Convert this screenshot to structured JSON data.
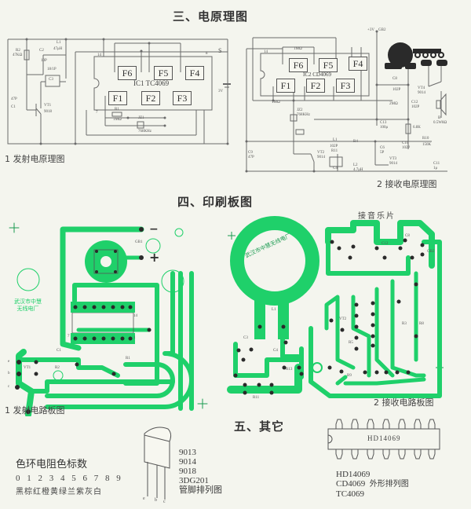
{
  "sections": {
    "schematic_title": "三、电原理图",
    "pcb_title": "四、印刷板图",
    "other_title": "五、其它"
  },
  "transmitter_schematic": {
    "caption": "1 发射电原理图",
    "ic_label": "IC1  TC4069",
    "gates": [
      "F6",
      "F5",
      "F4",
      "F1",
      "F2",
      "F3"
    ],
    "pin14": "14",
    "pin8": "8",
    "pin7": "7",
    "components": {
      "R2": "R2",
      "R2_value": "47KΩ",
      "C2": "C2",
      "C2_value": "10P",
      "L1": "L1",
      "L1_value": "47μH",
      "C3": "C3",
      "C3_value": "18/1P",
      "C1": "C1",
      "C1_value": "47P",
      "VT1": "VT1",
      "VT1_value": "9018",
      "R1": "R1",
      "R1_value": "1MΩ",
      "JZ1": "JZ1",
      "JZ1_value": "768KHz",
      "S": "S",
      "battery_value": "3V"
    }
  },
  "receiver_schematic": {
    "caption": "2 接收电原理图",
    "ic_label": "IC2  CD4069",
    "gates": [
      "F6",
      "F5",
      "F4",
      "F1",
      "F2",
      "F3"
    ],
    "pin14": "14",
    "components": {
      "GB2": "GB2",
      "supply": "+3V",
      "R1": "R1",
      "R1_value": "1MΩ",
      "R2": "R2",
      "R2_value": "1MΩ",
      "JZ2": "JZ2",
      "JZ2_value": "768KHz",
      "C8": "C8",
      "C8_value": "102P",
      "R3": "R3",
      "R3_value": "2MΩ",
      "C12": "C12",
      "C12_value": "102P",
      "VT4": "VT4",
      "VT4_value": "9014",
      "B": "B",
      "B_value": "0.5W8Ω",
      "C13": "C13",
      "C13_value": "100μ",
      "R5": "R5",
      "R5_value": "6.8K",
      "L1": "L1",
      "L1_value": "102P",
      "R4": "R4",
      "R4_value": "1K",
      "R10": "R10",
      "R10_value": "150K",
      "C10": "C10",
      "C10_value": "102P",
      "C9": "C9",
      "C9_value": "47P",
      "C6": "C6",
      "C6_value": "5P",
      "VT2": "VT2",
      "VT2_value": "9014",
      "VT3": "VT3",
      "VT3_value": "9014",
      "R11": "R11",
      "R11_value": "680Ω",
      "C4": "C4",
      "C4_value": "47P",
      "L2": "L2",
      "L2_value": "4.7μH",
      "C11": "C11",
      "C11_value": "1μ",
      "music_chip": "接音乐片"
    }
  },
  "transmitter_pcb": {
    "caption": "1 发射电路板图",
    "logo_text": [
      "武汉市中慧",
      "无线电厂"
    ],
    "labels": {
      "GB1": "GB1",
      "minus": "−",
      "plus": "+",
      "VT1": "VT1",
      "R1": "R1",
      "R2": "R2",
      "C1": "C1",
      "pin14": "14",
      "pin7": "7",
      "pin1": "1",
      "e": "e",
      "b": "b",
      "c": "c"
    }
  },
  "receiver_pcb": {
    "caption": "2 接收电路板图",
    "ring_text": "武汉市中慧无线电厂",
    "music_chip": "接音乐片",
    "labels": {
      "GB2": "GB2",
      "VT2": "VT2",
      "R5": "R5",
      "R3": "R3",
      "R8": "R8",
      "R9": "R9",
      "C3": "C3",
      "C4": "C4",
      "C12": "C12",
      "C8": "C8",
      "R11": "R11",
      "R13": "R13",
      "L1": "L1"
    }
  },
  "other": {
    "color_code": {
      "title": "色环电阻色标数",
      "digits": "0 1 2 3 4 5 6 7 8 9",
      "colors": "黑棕红橙黄绿兰紫灰白"
    },
    "transistor": {
      "models": [
        "9013",
        "9014",
        "9018",
        "3DG201"
      ],
      "caption": "管脚排列图",
      "pins": [
        "e",
        "b",
        "c"
      ]
    },
    "ic": {
      "body_label": "HD14069",
      "models": [
        "HD14069",
        "CD4069",
        "TC4069"
      ],
      "caption": "外形排列图"
    }
  },
  "colors": {
    "pcb_green": "#1fd06a",
    "background": "#f4f5ee",
    "line": "#6a6a6a"
  }
}
